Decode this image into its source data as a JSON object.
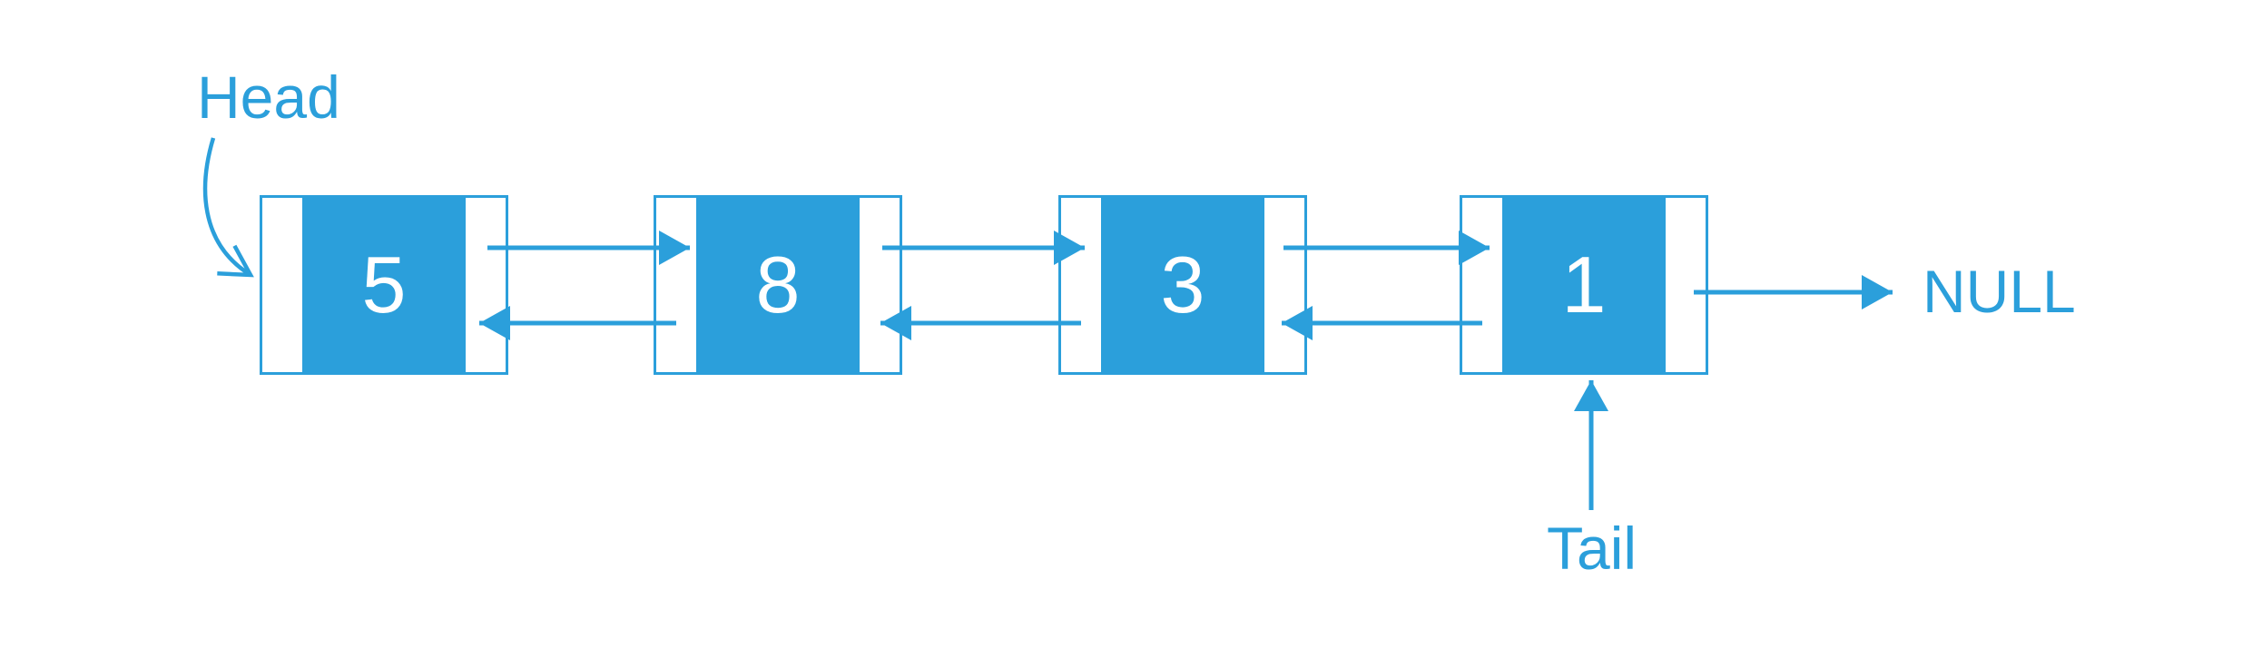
{
  "diagram": {
    "kind": "doubly-linked-list",
    "labels": {
      "head": "Head",
      "tail": "Tail",
      "null": "NULL"
    },
    "nodes": [
      {
        "value": "5"
      },
      {
        "value": "8"
      },
      {
        "value": "3"
      },
      {
        "value": "1"
      }
    ],
    "colors": {
      "accent": "#2B9FDB",
      "value_text": "#FFFFFF",
      "background": "#FFFFFF"
    }
  }
}
